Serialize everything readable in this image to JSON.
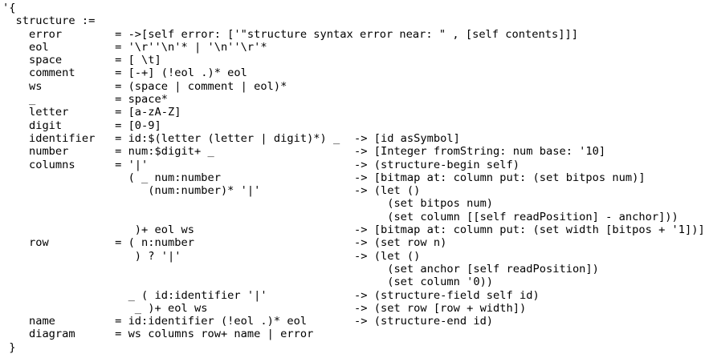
{
  "page": {
    "background": "#ffffff",
    "text_color": "#000000"
  },
  "code": {
    "language": "peg-grammar",
    "lines": [
      {
        "l": "'{",
        "r": ""
      },
      {
        "l": "  structure :=",
        "r": ""
      },
      {
        "l": "    error        = ->[self error: ['\"structure syntax error near: \" , [self contents]]]",
        "r": ""
      },
      {
        "l": "    eol          = '\\r''\\n'* | '\\n''\\r'*",
        "r": ""
      },
      {
        "l": "    space        = [ \\t]",
        "r": ""
      },
      {
        "l": "    comment      = [-+] (!eol .)* eol",
        "r": ""
      },
      {
        "l": "    ws           = (space | comment | eol)*",
        "r": ""
      },
      {
        "l": "    _            = space*",
        "r": ""
      },
      {
        "l": "    letter       = [a-zA-Z]",
        "r": ""
      },
      {
        "l": "    digit        = [0-9]",
        "r": ""
      },
      {
        "l": "    identifier   = id:$(letter (letter | digit)*) _",
        "r": "-> [id asSymbol]"
      },
      {
        "l": "    number       = num:$digit+ _",
        "r": "-> [Integer fromString: num base: '10]"
      },
      {
        "l": "    columns      = '|'",
        "r": "-> (structure-begin self)"
      },
      {
        "l": "                   ( _ num:number",
        "r": "-> [bitmap at: column put: (set bitpos num)]"
      },
      {
        "l": "                      (num:number)* '|'",
        "r": "-> (let ()"
      },
      {
        "l": "",
        "r": "     (set bitpos num)"
      },
      {
        "l": "",
        "r": "     (set column [[self readPosition] - anchor]))"
      },
      {
        "l": "                    )+ eol ws",
        "r": "-> [bitmap at: column put: (set width [bitpos + '1])]"
      },
      {
        "l": "    row          = ( n:number",
        "r": "-> (set row n)"
      },
      {
        "l": "                    ) ? '|'",
        "r": "-> (let ()"
      },
      {
        "l": "",
        "r": "     (set anchor [self readPosition])"
      },
      {
        "l": "",
        "r": "     (set column '0))"
      },
      {
        "l": "                   _ ( id:identifier '|'",
        "r": "-> (structure-field self id)"
      },
      {
        "l": "                    _ )+ eol ws",
        "r": "-> (set row [row + width])"
      },
      {
        "l": "    name         = id:identifier (!eol .)* eol",
        "r": "-> (structure-end id)"
      },
      {
        "l": "    diagram      = ws columns row+ name | error",
        "r": ""
      },
      {
        "l": " }",
        "r": ""
      }
    ]
  }
}
